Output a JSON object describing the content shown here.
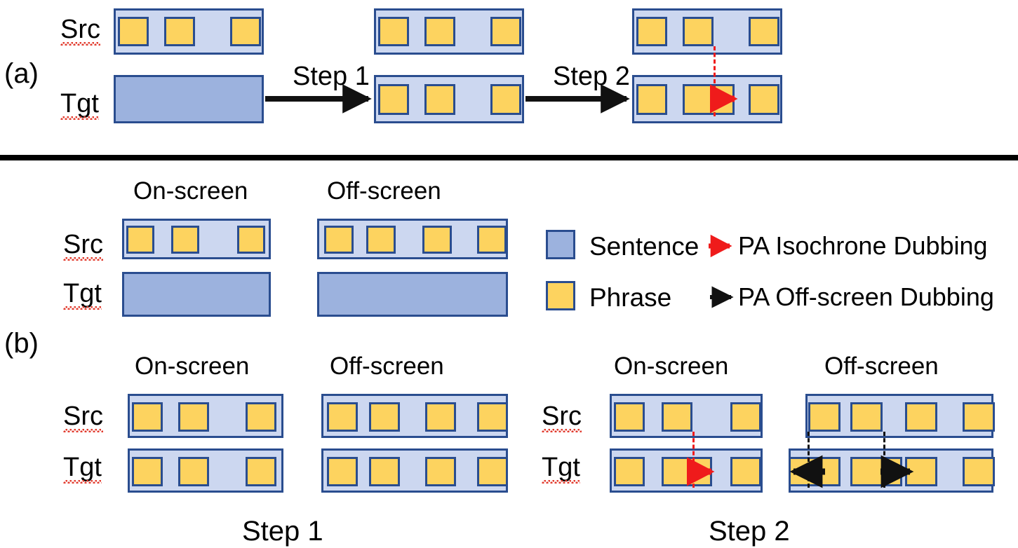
{
  "figure": {
    "panels": [
      {
        "tag": "(a)"
      },
      {
        "tag": "(b)"
      }
    ],
    "row_labels": {
      "source": "Src",
      "target": "Tgt"
    },
    "condition_labels": {
      "on_screen": "On-screen",
      "off_screen": "Off-screen"
    },
    "step_labels": {
      "step1": "Step 1",
      "step2": "Step 2"
    }
  },
  "panel_a": {
    "tag": "(a)",
    "src_label": "Src",
    "tgt_label": "Tgt",
    "arrow1_label": "Step 1",
    "arrow2_label": "Step 2",
    "stages": [
      {
        "name": "initial",
        "src_phrases": 3,
        "tgt": "sentence"
      },
      {
        "name": "after-step-1",
        "src_phrases": 3,
        "tgt_phrases": 3
      },
      {
        "name": "after-step-2",
        "src_phrases": 3,
        "tgt_phrases": 3,
        "isochrone": true
      }
    ]
  },
  "panel_b": {
    "tag": "(b)",
    "src_label": "Src",
    "tgt_label": "Tgt",
    "top_row": {
      "on_screen_title": "On-screen",
      "off_screen_title": "Off-screen",
      "on_screen": {
        "src_phrases": 3,
        "tgt": "sentence"
      },
      "off_screen": {
        "src_phrases": 4,
        "tgt": "sentence"
      }
    },
    "bottom_left": {
      "step_label": "Step 1",
      "on_screen_title": "On-screen",
      "off_screen_title": "Off-screen",
      "on_screen": {
        "src_phrases": 3,
        "tgt_phrases": 3
      },
      "off_screen": {
        "src_phrases": 4,
        "tgt_phrases": 4
      }
    },
    "bottom_right": {
      "step_label": "Step 2",
      "on_screen_title": "On-screen",
      "off_screen_title": "Off-screen",
      "on_screen": {
        "src_phrases": 3,
        "tgt_phrases": 3,
        "isochrone": true
      },
      "off_screen": {
        "src_phrases": 4,
        "tgt_phrases": 4,
        "offscreen_shift": true
      }
    }
  },
  "legend": {
    "items": [
      {
        "icon": "blue-square-swatch",
        "label": "Sentence",
        "color": "#9cb2de"
      },
      {
        "icon": "yellow-square-swatch",
        "label": "Phrase",
        "color": "#fdd35f"
      },
      {
        "icon": "red-arrow-icon",
        "label": "PA Isochrone Dubbing",
        "color": "#ef1b1b"
      },
      {
        "icon": "black-arrow-icon",
        "label": "PA Off-screen Dubbing",
        "color": "#111111"
      }
    ]
  },
  "colors": {
    "sentence_fill": "#9cb2de",
    "sentence_light_fill": "#ccd7f0",
    "phrase_fill": "#fdd35f",
    "border": "#2a4d8f",
    "isochrone_arrow": "#ef1b1b",
    "offscreen_arrow": "#111111"
  }
}
